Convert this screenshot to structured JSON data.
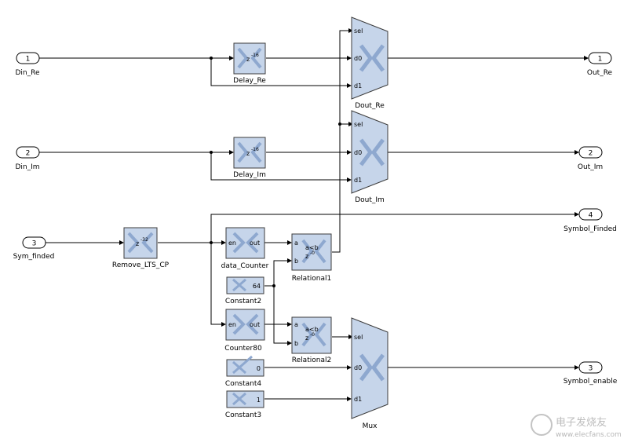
{
  "inports": [
    {
      "num": "1",
      "label": "Din_Re"
    },
    {
      "num": "2",
      "label": "Din_Im"
    },
    {
      "num": "3",
      "label": "Sym_finded"
    }
  ],
  "outports": [
    {
      "num": "1",
      "label": "Out_Re"
    },
    {
      "num": "2",
      "label": "Out_Im"
    },
    {
      "num": "4",
      "label": "Symbol_Finded"
    },
    {
      "num": "3",
      "label": "Symbol_enable"
    }
  ],
  "delays": {
    "delay_re": {
      "label": "Delay_Re",
      "text": "z",
      "exp": "-16"
    },
    "delay_im": {
      "label": "Delay_Im",
      "text": "z",
      "exp": "-16"
    },
    "remove": {
      "label": "Remove_LTS_CP",
      "text": "z",
      "exp": "-32"
    }
  },
  "muxes": {
    "dout_re": {
      "label": "Dout_Re",
      "ports": [
        "sel",
        "d0",
        "d1"
      ]
    },
    "dout_im": {
      "label": "Dout_Im",
      "ports": [
        "sel",
        "d0",
        "d1"
      ]
    },
    "mux": {
      "label": "Mux",
      "ports": [
        "sel",
        "d0",
        "d1"
      ]
    }
  },
  "counters": {
    "data_counter": {
      "label": "data_Counter",
      "in": "en",
      "out": "out"
    },
    "counter80": {
      "label": "Counter80",
      "in": "en",
      "out": "out"
    }
  },
  "relationals": {
    "relational1": {
      "label": "Relational1",
      "a": "a",
      "b": "b",
      "op": "a<b",
      "z": "z",
      "zexp": "-0"
    },
    "relational2": {
      "label": "Relational2",
      "a": "a",
      "b": "b",
      "op": "a<b",
      "z": "z",
      "zexp": "-0"
    }
  },
  "constants": {
    "constant2": {
      "label": "Constant2",
      "value": "64"
    },
    "constant4": {
      "label": "Constant4",
      "value": "0"
    },
    "constant3": {
      "label": "Constant3",
      "value": "1"
    }
  },
  "watermark": {
    "cn": "电子发烧友",
    "url": "www.elecfans.com"
  },
  "colors": {
    "block_fill": "#c6d5ea",
    "block_stroke": "#3c3c3c",
    "logo": "#8ea8cf"
  }
}
